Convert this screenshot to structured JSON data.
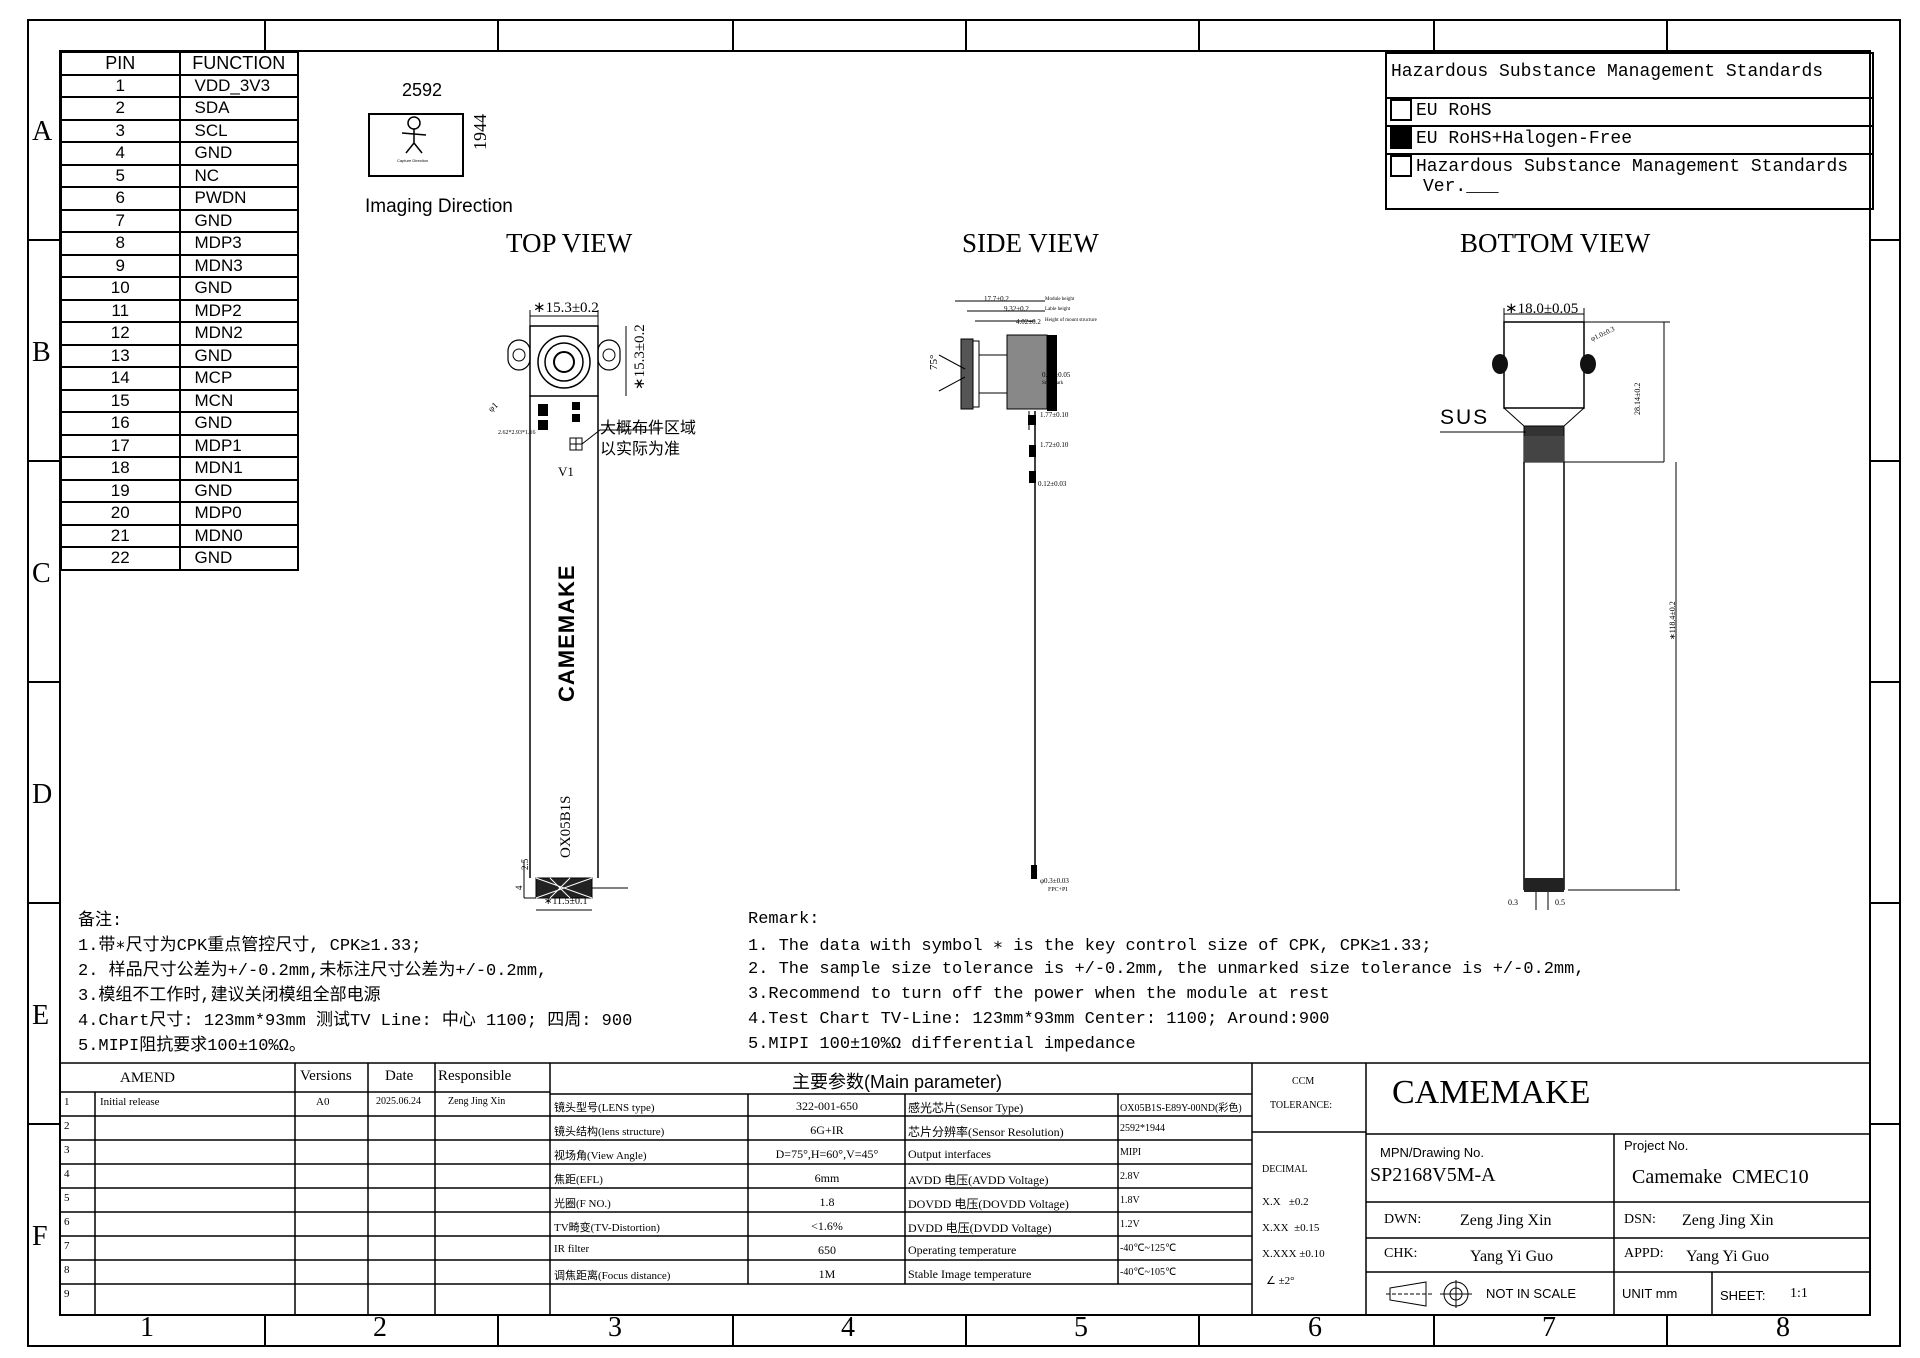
{
  "grid": {
    "columns": [
      "1",
      "2",
      "3",
      "4",
      "5",
      "6",
      "7",
      "8"
    ],
    "rows": [
      "A",
      "B",
      "C",
      "D",
      "E",
      "F"
    ]
  },
  "pin_table": {
    "headers": [
      "PIN",
      "FUNCTION"
    ],
    "rows": [
      [
        "1",
        "VDD_3V3"
      ],
      [
        "2",
        "SDA"
      ],
      [
        "3",
        "SCL"
      ],
      [
        "4",
        "GND"
      ],
      [
        "5",
        "NC"
      ],
      [
        "6",
        "PWDN"
      ],
      [
        "7",
        "GND"
      ],
      [
        "8",
        "MDP3"
      ],
      [
        "9",
        "MDN3"
      ],
      [
        "10",
        "GND"
      ],
      [
        "11",
        "MDP2"
      ],
      [
        "12",
        "MDN2"
      ],
      [
        "13",
        "GND"
      ],
      [
        "14",
        "MCP"
      ],
      [
        "15",
        "MCN"
      ],
      [
        "16",
        "GND"
      ],
      [
        "17",
        "MDP1"
      ],
      [
        "18",
        "MDN1"
      ],
      [
        "19",
        "GND"
      ],
      [
        "20",
        "MDP0"
      ],
      [
        "21",
        "MDN0"
      ],
      [
        "22",
        "GND"
      ]
    ]
  },
  "imaging": {
    "width_label": "2592",
    "height_label": "1944",
    "caption": "Imaging Direction",
    "icon_caption": "Capture Direction"
  },
  "views": {
    "top": "TOP VIEW",
    "side": "SIDE VIEW",
    "bottom": "BOTTOM VIEW"
  },
  "top_view": {
    "dim_width": "∗15.3±0.2",
    "dim_height": "∗15.3±0.2",
    "note_cn_1": "大概布件区域",
    "note_cn_2": "以实际为准",
    "v1": "V1",
    "brand": "CAMEMAKE",
    "sensor": "OX05B1S",
    "dim_25": "2.5",
    "dim_4": "4",
    "dim_bottom": "∗11.5±0.1",
    "dim_phi": "φ1",
    "small_note": "2.62*2.93*1.16"
  },
  "side_view": {
    "dims": [
      "17.7±0.2",
      "9.32±0.2",
      "4.02±0.2",
      "0.52±0.05",
      "1.77±0.10",
      "1.72±0.10",
      "0.12±0.03",
      "φ0.3±0.03"
    ],
    "angle": "75°",
    "notes": [
      "Module height",
      "Lable height",
      "Height of mount structure",
      "Strip mark",
      "FPC+PI"
    ]
  },
  "bottom_view": {
    "dim_width": "∗18.0±0.05",
    "sus": "SUS",
    "dim_right_1": "28.14±0.2",
    "dim_right_2": "∗118.4±0.2",
    "dim_03": "0.3",
    "dim_05": "0.5",
    "dim_small": "φ1.0±0.3"
  },
  "hazard": {
    "title": "Hazardous Substance Management Standards",
    "opt1": "EU RoHS",
    "opt2": "EU RoHS+Halogen-Free",
    "opt3": "Hazardous Substance Management Standards",
    "opt3_ver": "Ver.___"
  },
  "notes_cn": {
    "title": "备注:",
    "lines": [
      "1.带∗尺寸为CPK重点管控尺寸, CPK≥1.33;",
      "2. 样品尺寸公差为+/-0.2mm,未标注尺寸公差为+/-0.2mm,",
      "3.模组不工作时,建议关闭模组全部电源",
      "4.Chart尺寸: 123mm*93mm  测试TV Line: 中心 1100; 四周: 900",
      "5.MIPI阻抗要求100±10%Ω。"
    ]
  },
  "notes_en": {
    "title": "Remark:",
    "lines": [
      "1. The data with symbol  ∗ is the key control size of CPK, CPK≥1.33;",
      "2. The sample size tolerance is +/-0.2mm, the unmarked size tolerance is +/-0.2mm,",
      "3.Recommend to turn off the power when the module at rest",
      "4.Test Chart TV-Line: 123mm*93mm        Center: 1100; Around:900",
      "5.MIPI 100±10%Ω  differential impedance"
    ]
  },
  "amend": {
    "headers": [
      "AMEND",
      "Versions",
      "Date",
      "Responsible"
    ],
    "rows": [
      [
        "1",
        "Initial release",
        "A0",
        "2025.06.24",
        "Zeng Jing Xin"
      ],
      [
        "2",
        "",
        "",
        "",
        ""
      ],
      [
        "3",
        "",
        "",
        "",
        ""
      ],
      [
        "4",
        "",
        "",
        "",
        ""
      ],
      [
        "5",
        "",
        "",
        "",
        ""
      ],
      [
        "6",
        "",
        "",
        "",
        ""
      ],
      [
        "7",
        "",
        "",
        "",
        ""
      ],
      [
        "8",
        "",
        "",
        "",
        ""
      ],
      [
        "9",
        "",
        "",
        "",
        ""
      ]
    ]
  },
  "params": {
    "title": "主要参数(Main parameter)",
    "rows": [
      [
        "镜头型号(LENS type)",
        "322-001-650",
        "感光芯片(Sensor Type)",
        "OX05B1S-E89Y-00ND(彩色)"
      ],
      [
        "镜头结构(lens structure)",
        "6G+IR",
        "芯片分辨率(Sensor Resolution)",
        "2592*1944"
      ],
      [
        "视场角(View Angle)",
        "D=75°,H=60°,V=45°",
        "Output interfaces",
        "MIPI"
      ],
      [
        "焦距(EFL)",
        "6mm",
        "AVDD 电压(AVDD Voltage)",
        "2.8V"
      ],
      [
        "光圈(F NO.)",
        "1.8",
        "DOVDD 电压(DOVDD Voltage)",
        "1.8V"
      ],
      [
        "TV畸变(TV-Distortion)",
        "<1.6%",
        "DVDD 电压(DVDD Voltage)",
        "1.2V"
      ],
      [
        "IR filter",
        "650",
        "Operating temperature",
        "-40℃~125℃"
      ],
      [
        "调焦距离(Focus distance)",
        "1M",
        "Stable Image temperature",
        "-40℃~105℃"
      ]
    ]
  },
  "tolerance": {
    "ccm": "CCM",
    "label": "TOLERANCE:",
    "decimal": "DECIMAL",
    "x1": "X.X   ±0.2",
    "x2": "X.XX  ±0.15",
    "x3": "X.XXX ±0.10",
    "angle": "∠ ±2°"
  },
  "title_block": {
    "company": "CAMEMAKE",
    "mpn_label": "MPN/Drawing No.",
    "mpn": "SP2168V5M-A",
    "project_label": "Project No.",
    "project": "Camemake  CMEC10",
    "dwn_label": "DWN:",
    "dwn": "Zeng Jing Xin",
    "dsn_label": "DSN:",
    "dsn": "Zeng Jing Xin",
    "chk_label": "CHK:",
    "chk": "Yang Yi Guo",
    "appd_label": "APPD:",
    "appd": "Yang Yi Guo",
    "not_in_scale": "NOT IN SCALE",
    "unit": "UNIT mm",
    "sheet_label": "SHEET:",
    "sheet": "1:1"
  }
}
